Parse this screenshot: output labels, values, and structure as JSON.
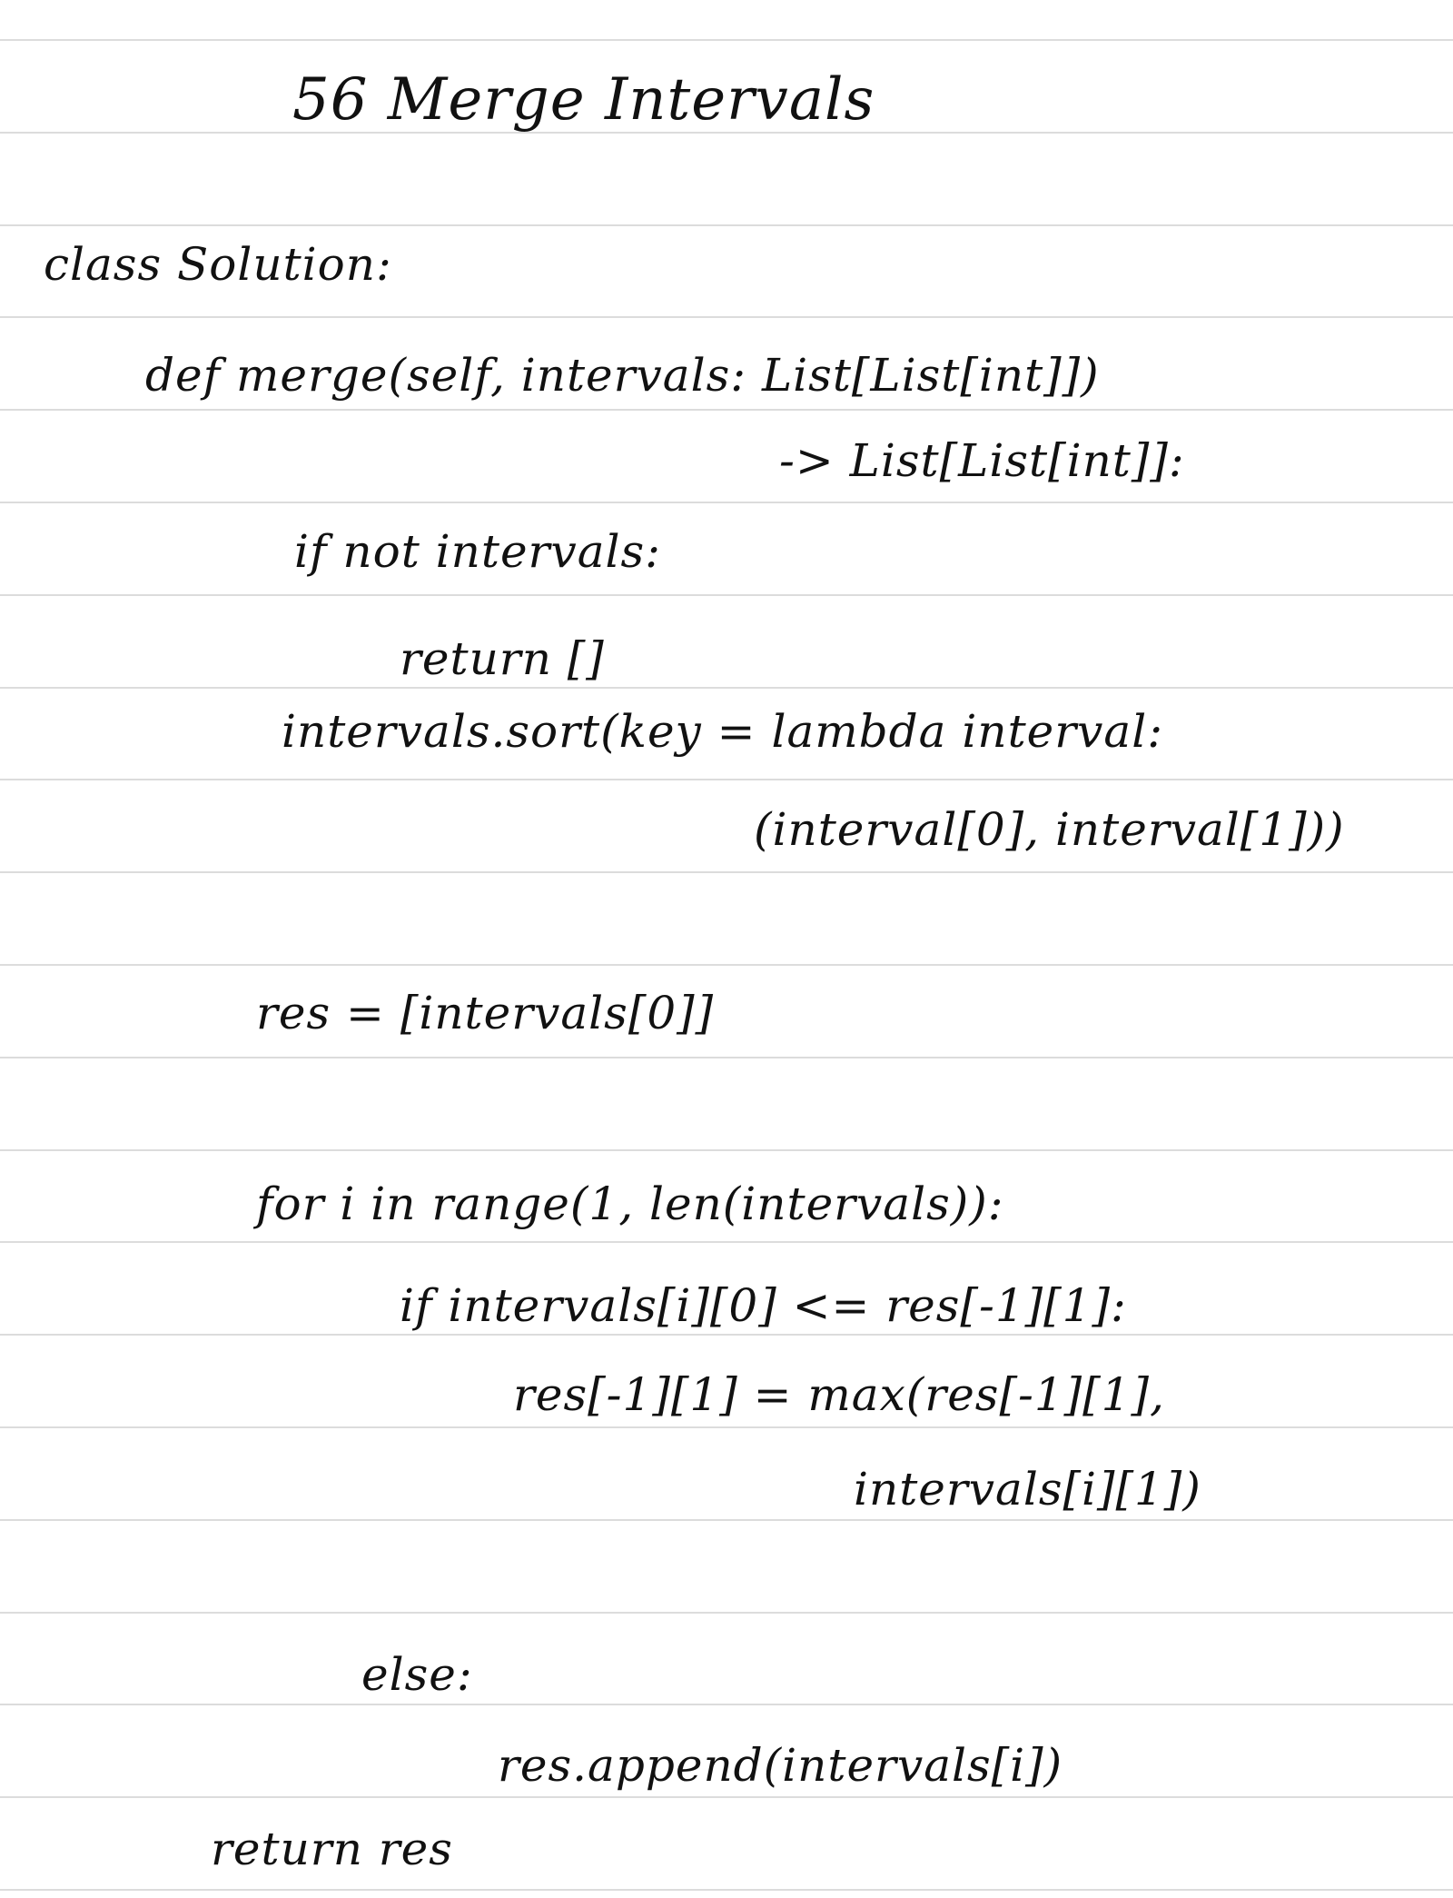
{
  "note": {
    "title": "56 Merge Intervals",
    "lines": [
      "class Solution:",
      "def merge(self, intervals: List[List[int]])",
      "-> List[List[int]]:",
      "if not intervals:",
      "return []",
      "intervals.sort(key = lambda interval:",
      "(interval[0], interval[1]))",
      "res = [intervals[0]]",
      "for i in range(1, len(intervals)):",
      "if intervals[i][0] <= res[-1][1]:",
      "res[-1][1] = max(res[-1][1],",
      "intervals[i][1])",
      "else:",
      "res.append(intervals[i])",
      "return res"
    ]
  },
  "style": {
    "ink_color": "#111111",
    "rule_color": "#dcdcdc",
    "paper_color": "#ffffff"
  }
}
